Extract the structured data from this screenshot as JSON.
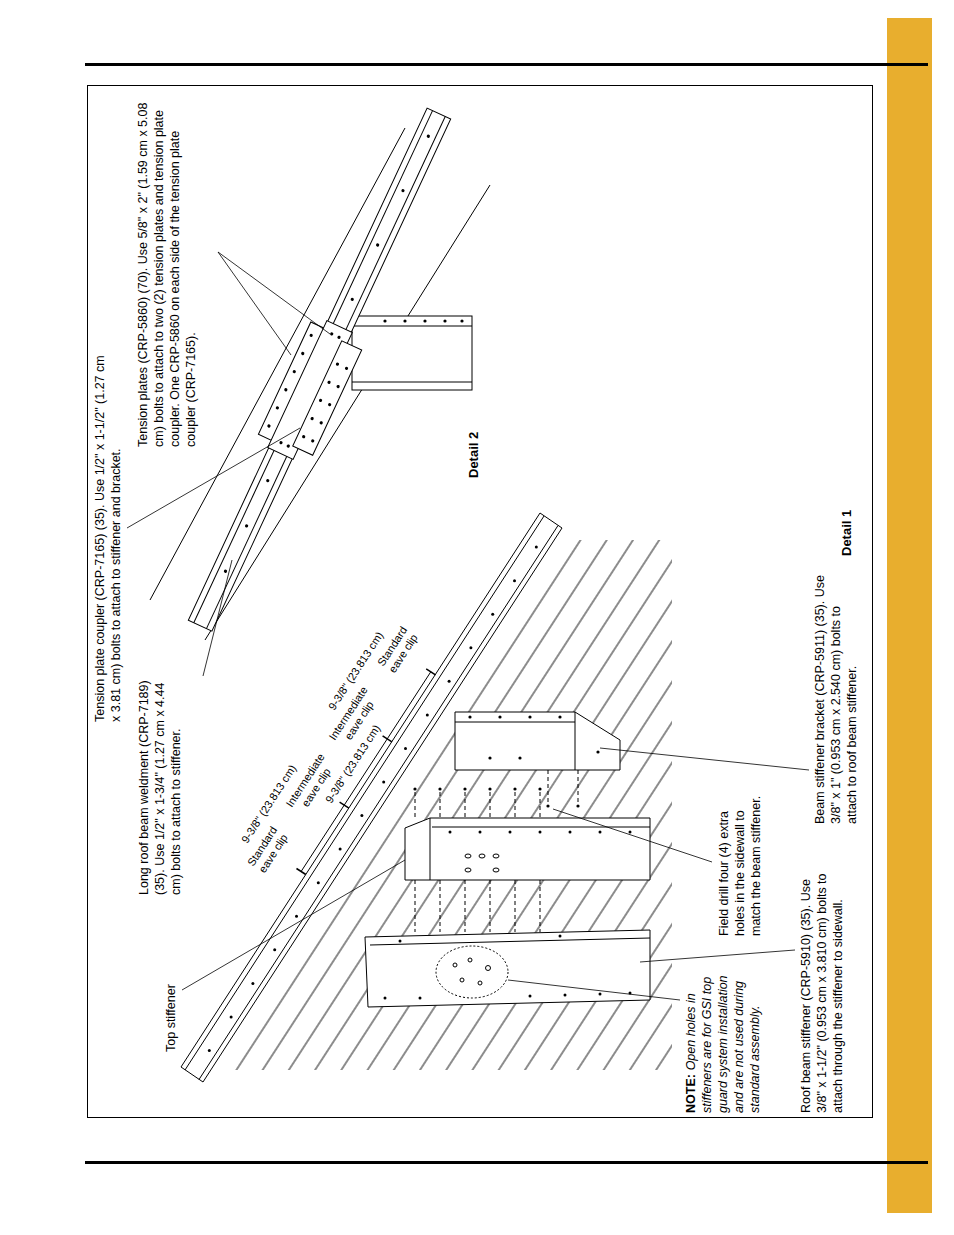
{
  "diagram": {
    "labels": [
      "Tension plate coupler (CRP-7165) (35). Use 1/2\" x 1-1/2\" (1.27 cm x 3.81 cm) bolts to attach to stiffener and bracket.",
      "Tension plates (CRP-5860) (70). Use 5/8\" x 2\" (1.59 cm x 5.08 cm) bolts to attach to two (2) tension plates and tension plate coupler. One CRP-5860 on each side of the tension plate coupler (CRP-7165).",
      "Detail 2",
      "Long roof beam weldment (CRP-7189) (35). Use 1/2\" x 1-3/4\" (1.27 cm x 4.44 cm) bolts to attach to stiffener.",
      "Top stiffener",
      "Standard eave clip",
      "9-3/8\" (23.813 cm)",
      "Intermediate eave clip",
      "9-3/8\" (23.813 cm)",
      "Intermediate eave clip",
      "9-3/8\" (23.813 cm)",
      "Standard eave clip",
      "Field drill four (4) extra holes in the sidewall to match the beam stiffener.",
      "Beam stiffener bracket (CRP-5911) (35). Use 3/8\" x 1\" (0.953 cm x 2.540 cm) bolts to attach to roof beam stiffener.",
      "Detail 1",
      "NOTE:",
      "Open holes in stiffeners are for GSI top guard system installation and are not used during standard assembly.",
      "Roof beam stiffener (CRP-5910) (35). Use 3/8\" x 1-1/2\" (0.953 cm x 3.810 cm) bolts to attach through the stiffener to sidewall."
    ]
  }
}
